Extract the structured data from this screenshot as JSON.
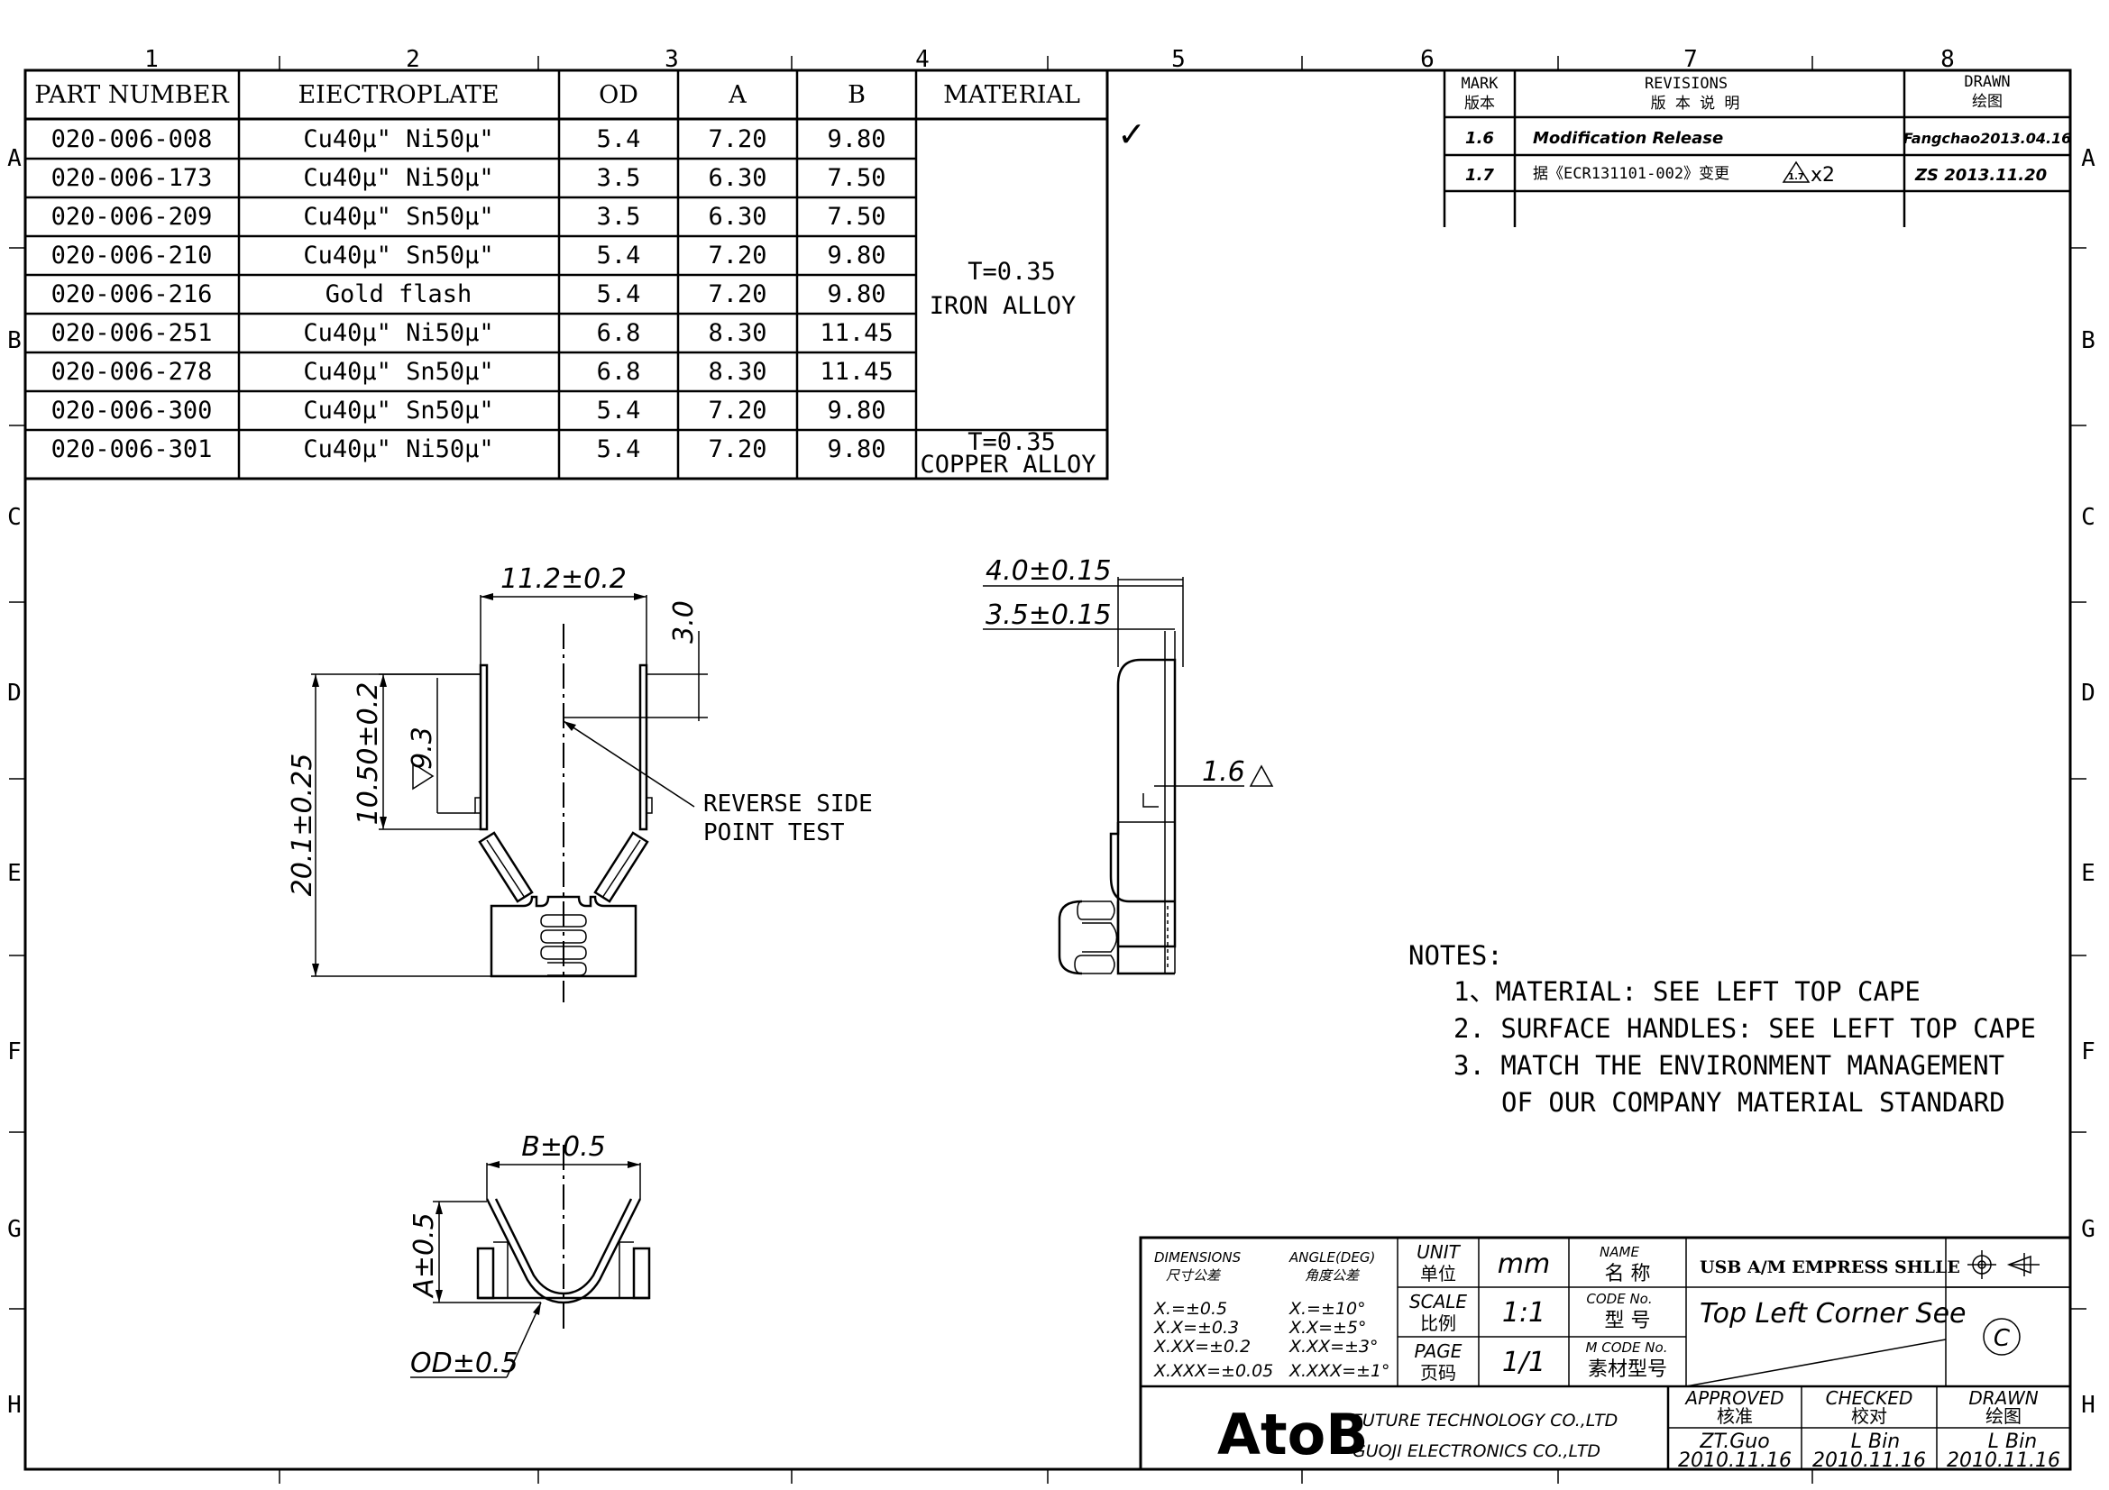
{
  "grid": {
    "columns": [
      "1",
      "2",
      "3",
      "4",
      "5",
      "6",
      "7",
      "8"
    ],
    "rows": [
      "A",
      "B",
      "C",
      "D",
      "E",
      "F",
      "G",
      "H"
    ]
  },
  "parts_table": {
    "headers": [
      "PART NUMBER",
      "EIECTROPLATE",
      "OD",
      "A",
      "B",
      "MATERIAL"
    ],
    "rows": [
      [
        "020-006-008",
        "Cu40μ\" Ni50μ\"",
        "5.4",
        "7.20",
        "9.80"
      ],
      [
        "020-006-173",
        "Cu40μ\" Ni50μ\"",
        "3.5",
        "6.30",
        "7.50"
      ],
      [
        "020-006-209",
        "Cu40μ\" Sn50μ\"",
        "3.5",
        "6.30",
        "7.50"
      ],
      [
        "020-006-210",
        "Cu40μ\" Sn50μ\"",
        "5.4",
        "7.20",
        "9.80"
      ],
      [
        "020-006-216",
        "Gold flash",
        "5.4",
        "7.20",
        "9.80"
      ],
      [
        "020-006-251",
        "Cu40μ\" Ni50μ\"",
        "6.8",
        "8.30",
        "11.45"
      ],
      [
        "020-006-278",
        "Cu40μ\" Sn50μ\"",
        "6.8",
        "8.30",
        "11.45"
      ],
      [
        "020-006-300",
        "Cu40μ\" Sn50μ\"",
        "5.4",
        "7.20",
        "9.80"
      ],
      [
        "020-006-301",
        "Cu40μ\" Ni50μ\"",
        "5.4",
        "7.20",
        "9.80"
      ]
    ],
    "material_iron": [
      "T=0.35",
      "IRON ALLOY"
    ],
    "material_copper": [
      "T=0.35",
      "COPPER ALLOY"
    ],
    "checkmark": "✓"
  },
  "revisions": {
    "headers": {
      "mark_en": "MARK",
      "mark_cn": "版本",
      "rev_en": "REVISIONS",
      "rev_cn": "版 本 说 明",
      "drawn_en": "DRAWN",
      "drawn_cn": "绘图"
    },
    "rows": [
      {
        "mark": "1.6",
        "desc": "Modification Release",
        "drawn": "Fangchao2013.04.16"
      },
      {
        "mark": "1.7",
        "desc": "据《ECR131101-002》变更",
        "mark_ref": "x2",
        "drawn": "ZS 2013.11.20"
      }
    ]
  },
  "front_view": {
    "dim_width": "11.2±0.2",
    "dim_top": "3.0",
    "dim_height": "20.1±0.25",
    "dim_mid": "10.50±0.2",
    "dim_ref": "9.3",
    "note": [
      "REVERSE SIDE",
      "POINT TEST"
    ]
  },
  "side_view": {
    "dim_a": "4.0±0.15",
    "dim_b": "3.5±0.15",
    "dim_c": "1.6"
  },
  "bottom_view": {
    "dim_b": "B±0.5",
    "dim_a": "A±0.5",
    "dim_od": "OD±0.5"
  },
  "notes": {
    "title": "NOTES:",
    "items": [
      "1、MATERIAL: SEE LEFT TOP CAPE",
      "2. SURFACE HANDLES: SEE LEFT TOP CAPE",
      "3. MATCH THE ENVIRONMENT MANAGEMENT",
      "OF OUR COMPANY MATERIAL STANDARD"
    ]
  },
  "title_block": {
    "dimensions_en": "DIMENSIONS",
    "dimensions_cn": "尺寸公差",
    "angle_en": "ANGLE(DEG)",
    "angle_cn": "角度公差",
    "tol_lin": [
      "X.=±0.5",
      "X.X=±0.3",
      "X.XX=±0.2",
      "X.XXX=±0.05"
    ],
    "tol_ang": [
      "X.=±10°",
      "X.X=±5°",
      "X.XX=±3°",
      "X.XXX=±1°"
    ],
    "unit_en": "UNIT",
    "unit_cn": "单位",
    "unit_val": "mm",
    "scale_en": "SCALE",
    "scale_cn": "比例",
    "scale_val": "1:1",
    "page_en": "PAGE",
    "page_cn": "页码",
    "page_val": "1/1",
    "name_en": "NAME",
    "name_cn": "名  称",
    "code_en": "CODE No.",
    "code_cn": "型  号",
    "mcode_en": "M CODE No.",
    "mcode_cn": "素材型号",
    "name_val": "USB A/M EMPRESS SHLLE",
    "code_val": "Top Left Corner See",
    "copyright": "C",
    "logo": "AtoB",
    "company1": "FUTURE TECHNOLOGY CO.,LTD",
    "company2": "GUOJI ELECTRONICS CO.,LTD",
    "approved_en": "APPROVED",
    "approved_cn": "核准",
    "approved_by": "ZT.Guo",
    "approved_date": "2010.11.16",
    "checked_en": "CHECKED",
    "checked_cn": "校对",
    "checked_by": "L Bin",
    "checked_date": "2010.11.16",
    "drawn_en": "DRAWN",
    "drawn_cn": "绘图",
    "drawn_by": "L Bin",
    "drawn_date": "2010.11.16"
  }
}
